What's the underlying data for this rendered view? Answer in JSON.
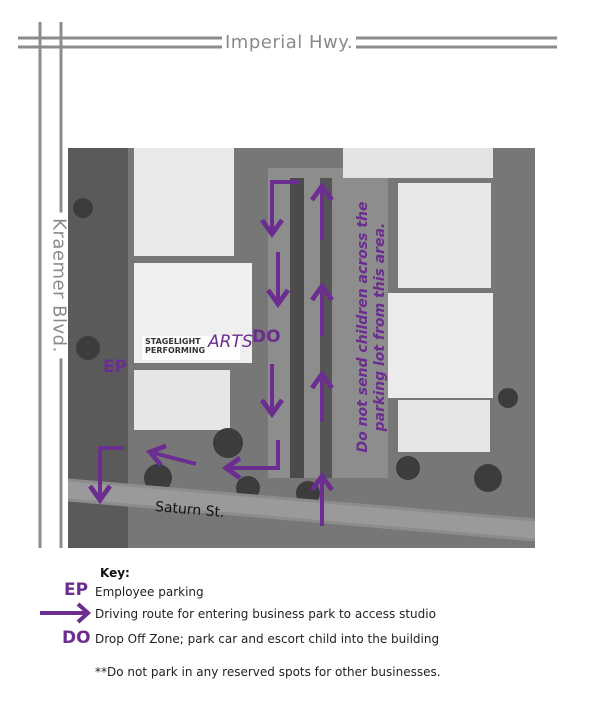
{
  "map": {
    "roads": {
      "north": "Imperial Hwy.",
      "west": "Kraemer Blvd.",
      "south": "Saturn St."
    },
    "markers": {
      "drop_off": "DO",
      "employee_parking": "EP"
    },
    "business_logo": {
      "line1": "STAGELIGHT",
      "line2": "PERFORMING",
      "line3": "ARTS"
    },
    "warning": {
      "line1": "Do not send children across the",
      "line2": "parking lot from this area."
    }
  },
  "key": {
    "title": "Key:",
    "items": [
      {
        "symbol": "EP",
        "label": "Employee parking"
      },
      {
        "symbol": "arrow-right-icon",
        "label": "Driving route for entering business park to access studio"
      },
      {
        "symbol": "DO",
        "label": "Drop Off Zone; park car and escort child into the building"
      }
    ],
    "note": "**Do not park in any reserved spots for other businesses."
  },
  "colors": {
    "accent": "#6b2d8f",
    "road": "#8a8a8a"
  }
}
